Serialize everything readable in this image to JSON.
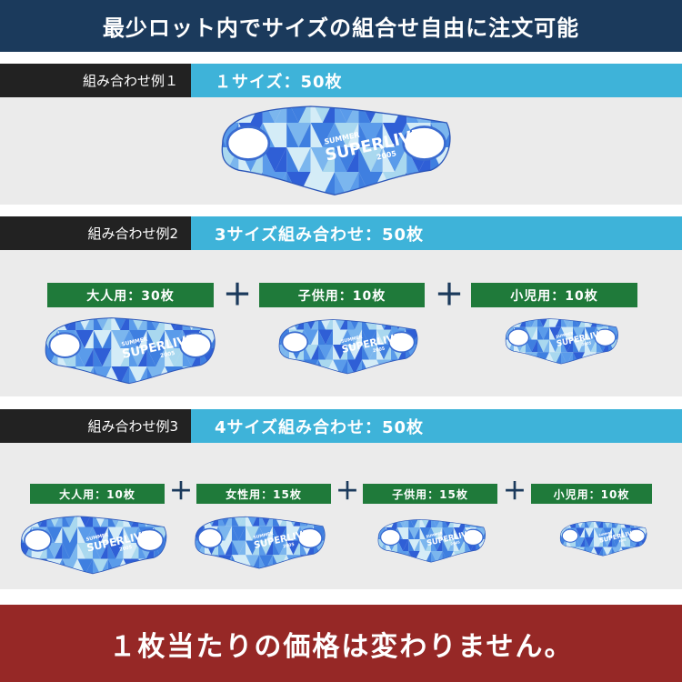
{
  "header": {
    "title": "最少ロット内でサイズの組合せ自由に注文可能"
  },
  "examples": [
    {
      "label": "組み合わせ例１",
      "title": "１サイズ：50枚",
      "items": []
    },
    {
      "label": "組み合わせ例2",
      "title": "3サイズ組み合わせ：50枚",
      "items": [
        {
          "badge": "大人用：30枚"
        },
        {
          "badge": "子供用：10枚"
        },
        {
          "badge": "小児用：10枚"
        }
      ]
    },
    {
      "label": "組み合わせ例3",
      "title": "4サイズ組み合わせ：50枚",
      "items": [
        {
          "badge": "大人用：10枚"
        },
        {
          "badge": "女性用：15枚"
        },
        {
          "badge": "子供用：15枚"
        },
        {
          "badge": "小児用：10枚"
        }
      ]
    }
  ],
  "plus_symbol": "＋",
  "mask_print": {
    "line1": "SUMMER",
    "line2": "SUPERLIVE",
    "line3": "2005"
  },
  "footer": {
    "text": "１枚当たりの価格は変わりません。"
  },
  "colors": {
    "header_bg": "#1b3a5c",
    "example_label_bg": "#222222",
    "example_title_bg": "#3eb3d9",
    "badge_bg": "#1f7a3a",
    "footer_bg": "#962826",
    "mask_blue_dark": "#2f5fd6",
    "mask_blue_mid": "#5a9bea",
    "mask_blue_light": "#a9d8ef"
  }
}
